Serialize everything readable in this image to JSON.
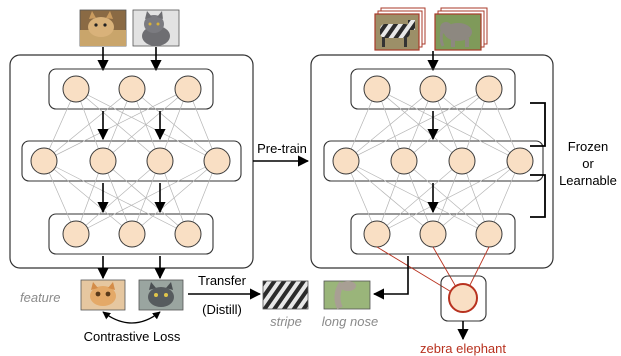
{
  "labels": {
    "pretrain": "Pre-train",
    "frozen": "Frozen",
    "or": "or",
    "learnable": "Learnable",
    "feature": "feature",
    "contrastive_loss": "Contrastive Loss",
    "transfer": "Transfer",
    "distill": "(Distill)",
    "stripe": "stripe",
    "long_nose": "long nose",
    "output": "zebra elephant"
  },
  "images": {
    "input_left": [
      "cat-photo",
      "gray-cat-photo"
    ],
    "input_right": [
      "zebra-photo",
      "elephant-photo"
    ],
    "features": [
      "orange-cat-face",
      "gray-cat-face"
    ],
    "concepts": [
      "zebra-stripe-patch",
      "elephant-trunk-patch"
    ]
  },
  "colors": {
    "node_fill": "#f9dfc4",
    "node_stroke": "#3a3a3a",
    "output_node_stroke": "#b8321f",
    "output_text": "#b8321f",
    "italic_label": "#8a8a8a",
    "red_connection": "#b8321f",
    "image_frame_right": "#a83a2a"
  }
}
